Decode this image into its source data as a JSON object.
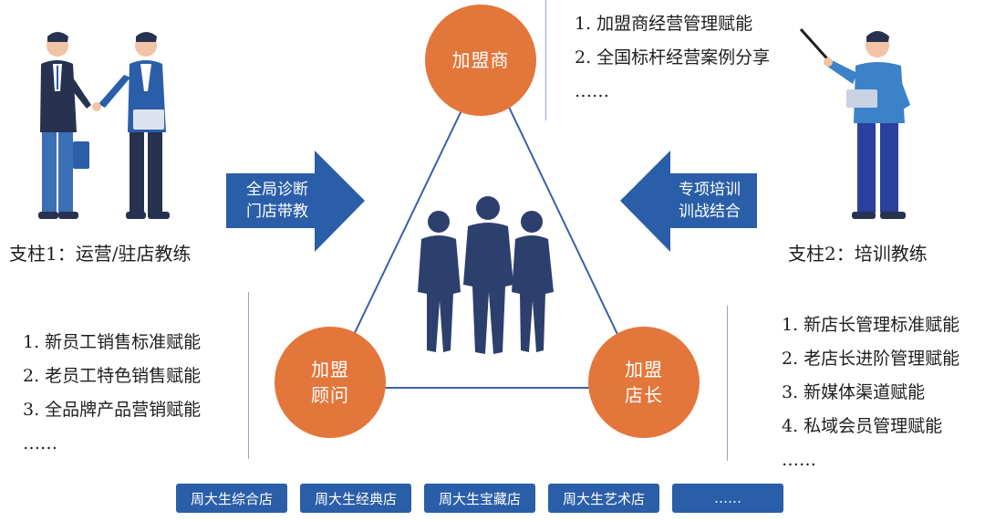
{
  "center": {
    "top_node": "加盟商",
    "left_node": [
      "加盟",
      "顾问"
    ],
    "right_node": [
      "加盟",
      "店长"
    ]
  },
  "arrows": {
    "left": [
      "全局诊断",
      "门店带教"
    ],
    "right": [
      "专项培训",
      "训战结合"
    ]
  },
  "pillars": {
    "left": "支柱1：运营/驻店教练",
    "right": "支柱2：培训教练"
  },
  "top_list": [
    "1. 加盟商经营管理赋能",
    "2. 全国标杆经营案例分享",
    "……"
  ],
  "left_list": [
    "1. 新员工销售标准赋能",
    "2. 老员工特色销售赋能",
    "3. 全品牌产品营销赋能",
    "……"
  ],
  "right_list": [
    "1. 新店长管理标准赋能",
    "2. 老店长进阶管理赋能",
    "3. 新媒体渠道赋能",
    "4. 私域会员管理赋能",
    "……"
  ],
  "stores": [
    "周大生综合店",
    "周大生经典店",
    "周大生宝藏店",
    "周大生艺术店",
    "……"
  ],
  "colors": {
    "accent": "#e3763b",
    "primary": "#2a5ea8",
    "line": "#3b5fa8"
  }
}
